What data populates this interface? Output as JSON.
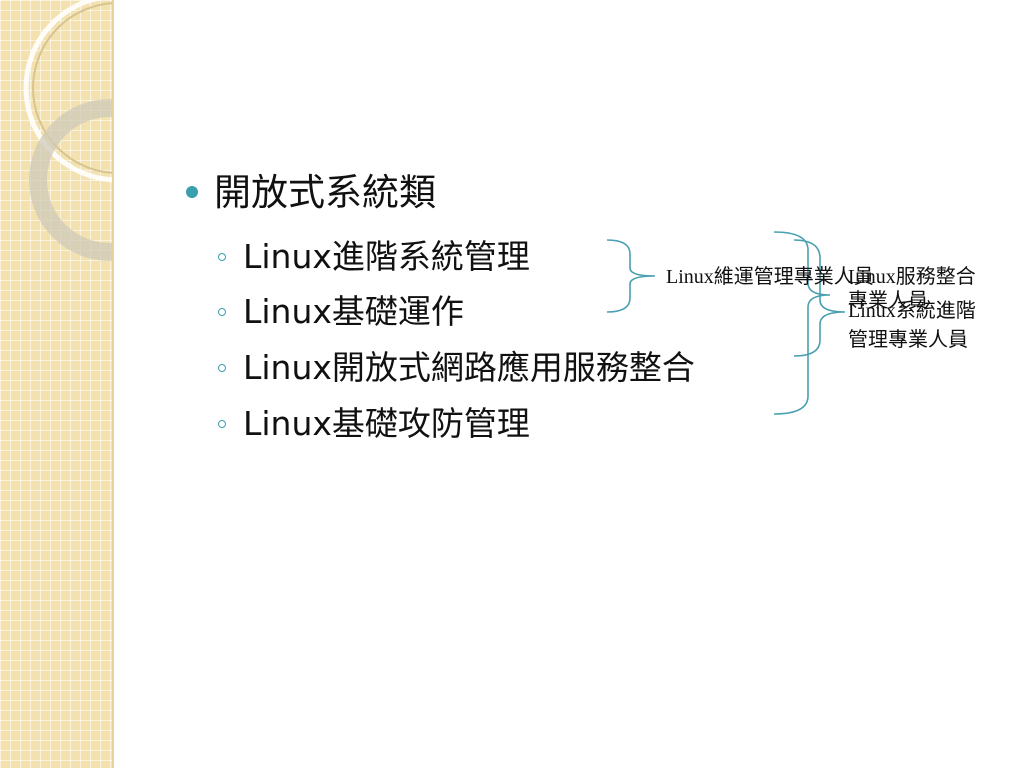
{
  "slide": {
    "title_bullet": "開放式系統類",
    "items": [
      "Linux進階系統管理",
      "Linux基礎運作",
      "Linux開放式網路應用服務整合",
      "Linux基礎攻防管理"
    ]
  },
  "diagram": {
    "label_a": "Linux維運管理專業人員",
    "label_b_line1": "Linux服務整合",
    "label_b_line2": "專業人員",
    "label_c_line1": "Linux系統進階",
    "label_c_line2": "管理專業人員"
  },
  "colors": {
    "accent": "#3aa0b0",
    "sidebar": "#f3e2b0"
  }
}
